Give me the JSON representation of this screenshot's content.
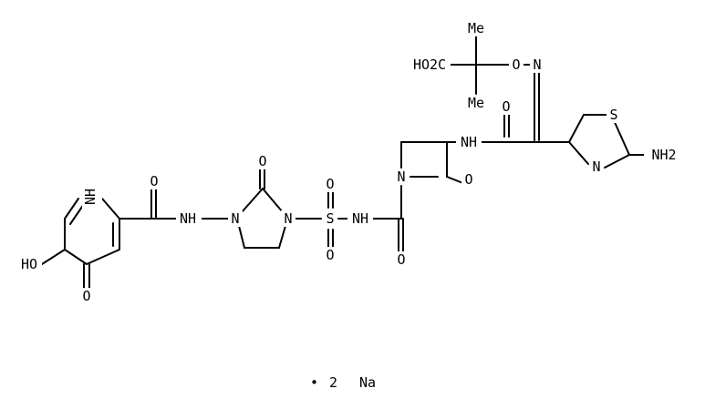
{
  "diagram": {
    "type": "chemical-structure",
    "counter_ion": {
      "dot": "•",
      "count": "2",
      "element": "Na"
    }
  },
  "atom_labels": {
    "me_top": "Me",
    "me_bottom": "Me",
    "ho2c": "HO2C",
    "o_ether": "O",
    "n_oxime": "N",
    "s_thiazole": "S",
    "n_thiazole": "N",
    "amino": "NH2",
    "o_amide_side": "O",
    "nh_amide_side": "NH",
    "o_lactam": "O",
    "n_lactam": "N",
    "o_urea_carbonyl": "O",
    "nh_sulfonyl": "NH",
    "s_sulfonyl": "S",
    "o_sulfonyl_top": "O",
    "o_sulfonyl_bottom": "O",
    "n_imid_right": "N",
    "n_imid_left": "N",
    "o_imid": "O",
    "nh_hydrazide": "NH",
    "o_pyridone_amide": "O",
    "nh_pyridone": "NH",
    "o_pyridone": "O",
    "ho_pyridone": "HO"
  }
}
